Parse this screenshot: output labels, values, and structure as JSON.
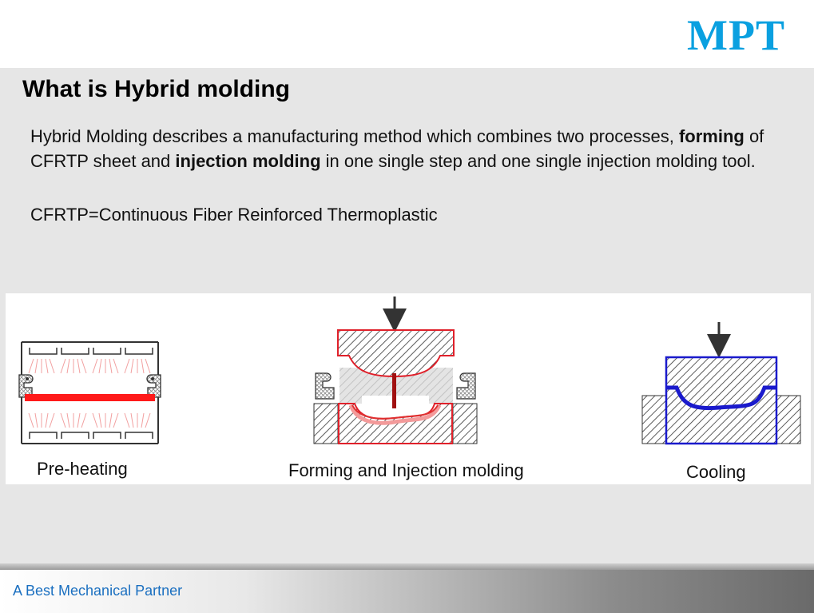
{
  "header": {
    "logo_text": "MPT"
  },
  "slide": {
    "title": "What is Hybrid molding",
    "paragraph": {
      "part1": "Hybrid Molding describes a manufacturing method which combines two processes, ",
      "bold1": "forming",
      "part2": " of CFRTP sheet and ",
      "bold2": "injection molding",
      "part3": " in one single step and one single injection molding tool."
    },
    "definition": "CFRTP=Continuous Fiber Reinforced Thermoplastic"
  },
  "diagram": {
    "captions": {
      "preheating": "Pre-heating",
      "forming": "Forming and Injection molding",
      "cooling": "Cooling"
    },
    "colors": {
      "sheet": "#ff1a1a",
      "mold_outline": "#e0202a",
      "cooling_outline": "#1a1acc",
      "hatch": "#333333"
    }
  },
  "footer": {
    "tagline": "A Best Mechanical Partner"
  }
}
